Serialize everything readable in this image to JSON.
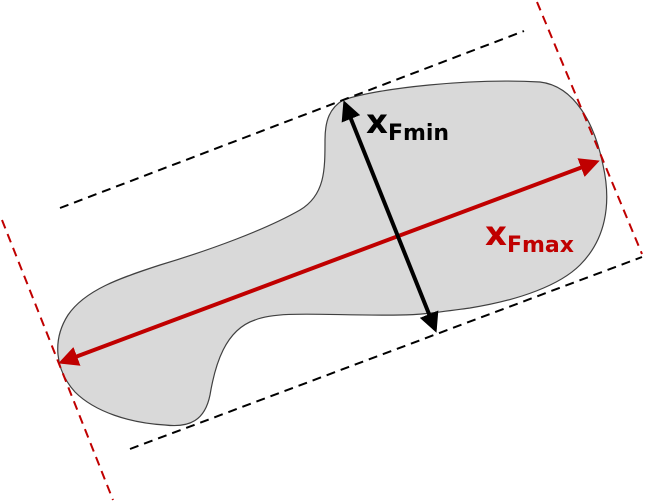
{
  "labels": {
    "fmin": {
      "main": "x",
      "sub": "Fmin"
    },
    "fmax": {
      "main": "x",
      "sub": "Fmax"
    }
  },
  "colors": {
    "background": "#ffffff",
    "particle_fill": "#d9d9d9",
    "particle_stroke": "#404040",
    "fmin_color": "#000000",
    "fmax_color": "#c00000",
    "black_guides": "#000000",
    "red_guides": "#c00000"
  }
}
